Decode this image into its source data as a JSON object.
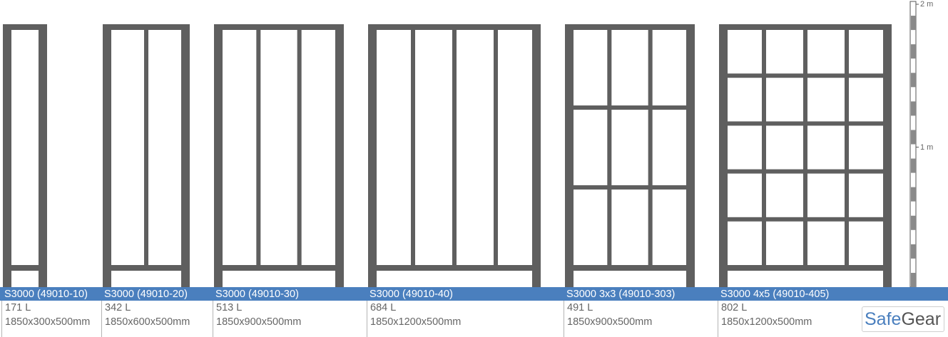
{
  "colors": {
    "frame": "#5f5f5f",
    "title_bar": "#4a7fbe",
    "title_text": "#ffffff",
    "info_text": "#666666",
    "scale_dark": "#8a8a8a"
  },
  "cabinets": [
    {
      "name": "S3000 (49010-10)",
      "volume": "171 L",
      "dimensions": "1850x300x500mm",
      "columns": 1,
      "rows": 1
    },
    {
      "name": "S3000 (49010-20)",
      "volume": "342 L",
      "dimensions": "1850x600x500mm",
      "columns": 2,
      "rows": 1
    },
    {
      "name": "S3000 (49010-30)",
      "volume": "513 L",
      "dimensions": "1850x900x500mm",
      "columns": 3,
      "rows": 1
    },
    {
      "name": "S3000 (49010-40)",
      "volume": "684 L",
      "dimensions": "1850x1200x500mm",
      "columns": 4,
      "rows": 1
    },
    {
      "name": "S3000 3x3 (49010-303)",
      "volume": "491 L",
      "dimensions": "1850x900x500mm",
      "columns": 3,
      "rows": 3
    },
    {
      "name": "S3000 4x5 (49010-405)",
      "volume": "802 L",
      "dimensions": "1850x1200x500mm",
      "columns": 4,
      "rows": 5
    }
  ],
  "scale": {
    "label_top": "2 m",
    "label_mid": "1 m",
    "icon": "ruler-icon"
  },
  "logo": {
    "part1": "Safe",
    "part2": "Gear"
  }
}
